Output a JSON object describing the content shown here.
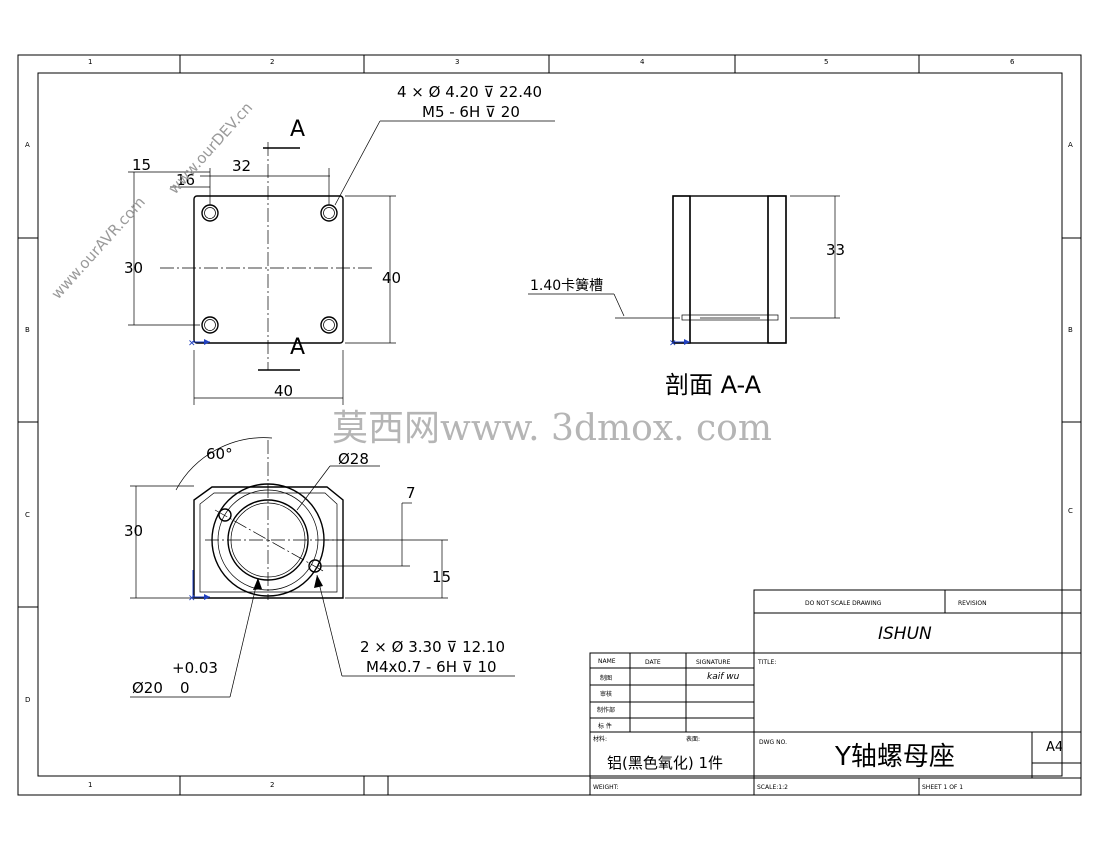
{
  "border": {
    "cols_top": [
      "1",
      "2",
      "3",
      "4",
      "5",
      "6"
    ],
    "cols_bottom": [
      "1",
      "2"
    ],
    "rows_left": [
      "A",
      "B",
      "C",
      "D"
    ],
    "rows_right": [
      "A",
      "B",
      "C"
    ]
  },
  "top_view": {
    "hole_callout_line1": "4 × Ø 4.20 ⊽ 22.40",
    "hole_callout_line2": "M5 - 6H ⊽ 20",
    "section_label_top": "A",
    "section_label_bottom": "A",
    "dim_15": "15",
    "dim_16": "16",
    "dim_32": "32",
    "dim_30": "30",
    "dim_40_right": "40",
    "dim_40_bottom": "40"
  },
  "section_view": {
    "groove_label": "1.40卡簧槽",
    "dim_33": "33",
    "title": "剖面 A-A"
  },
  "front_view": {
    "angle": "60°",
    "bore_dia": "Ø28",
    "dim_7": "7",
    "dim_30": "30",
    "dim_15": "15",
    "hole_callout_line1": "2 × Ø 3.30 ⊽ 12.10",
    "hole_callout_line2": "M4x0.7 - 6H ⊽ 10",
    "tol_upper": "+0.03",
    "tol_main": "Ø20",
    "tol_lower": "0"
  },
  "watermarks": {
    "site_a": "www.ourAVR.com",
    "site_b": "www.ourDEV.cn",
    "site_c": "莫西网www. 3dmox. com"
  },
  "title_block": {
    "do_not_scale": "DO NOT SCALE DRAWING",
    "revision": "REVISION",
    "company": "ISHUN",
    "title_label": "TITLE:",
    "col_name": "NAME",
    "col_date": "DATE",
    "col_signature": "SIGNATURE",
    "row1": "制图",
    "row2": "审核",
    "row3": "制作部",
    "row4": "标 件",
    "signature": "kaif wu",
    "material_label": "材料:",
    "finish_label": "表面:",
    "material": "铝(黑色氧化) 1件",
    "dwg_no_label": "DWG NO.",
    "part_name": "Y轴螺母座",
    "size": "A4",
    "weight_label": "WEIGHT:",
    "scale": "SCALE:1:2",
    "sheet": "SHEET 1 OF 1"
  }
}
